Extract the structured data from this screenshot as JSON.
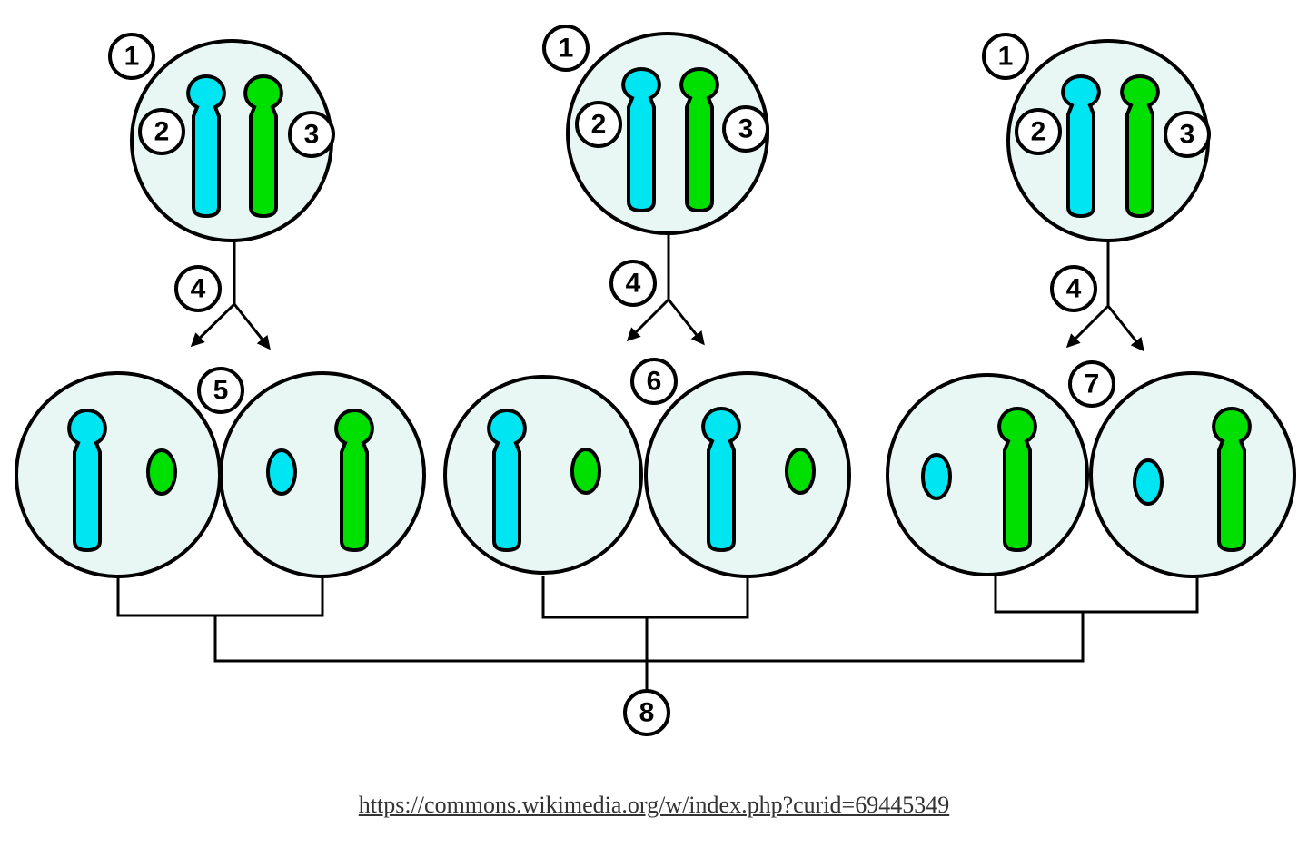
{
  "labels": {
    "n1": "1",
    "n2": "2",
    "n3": "3",
    "n4": "4",
    "n5": "5",
    "n6": "6",
    "n7": "7",
    "n8": "8"
  },
  "source_url": "https://commons.wikimedia.org/w/index.php?curid=69445349",
  "colors": {
    "cell_fill": "#e8f6f4",
    "chromosome_blue": "#00e5f2",
    "chromosome_green": "#00e000"
  }
}
